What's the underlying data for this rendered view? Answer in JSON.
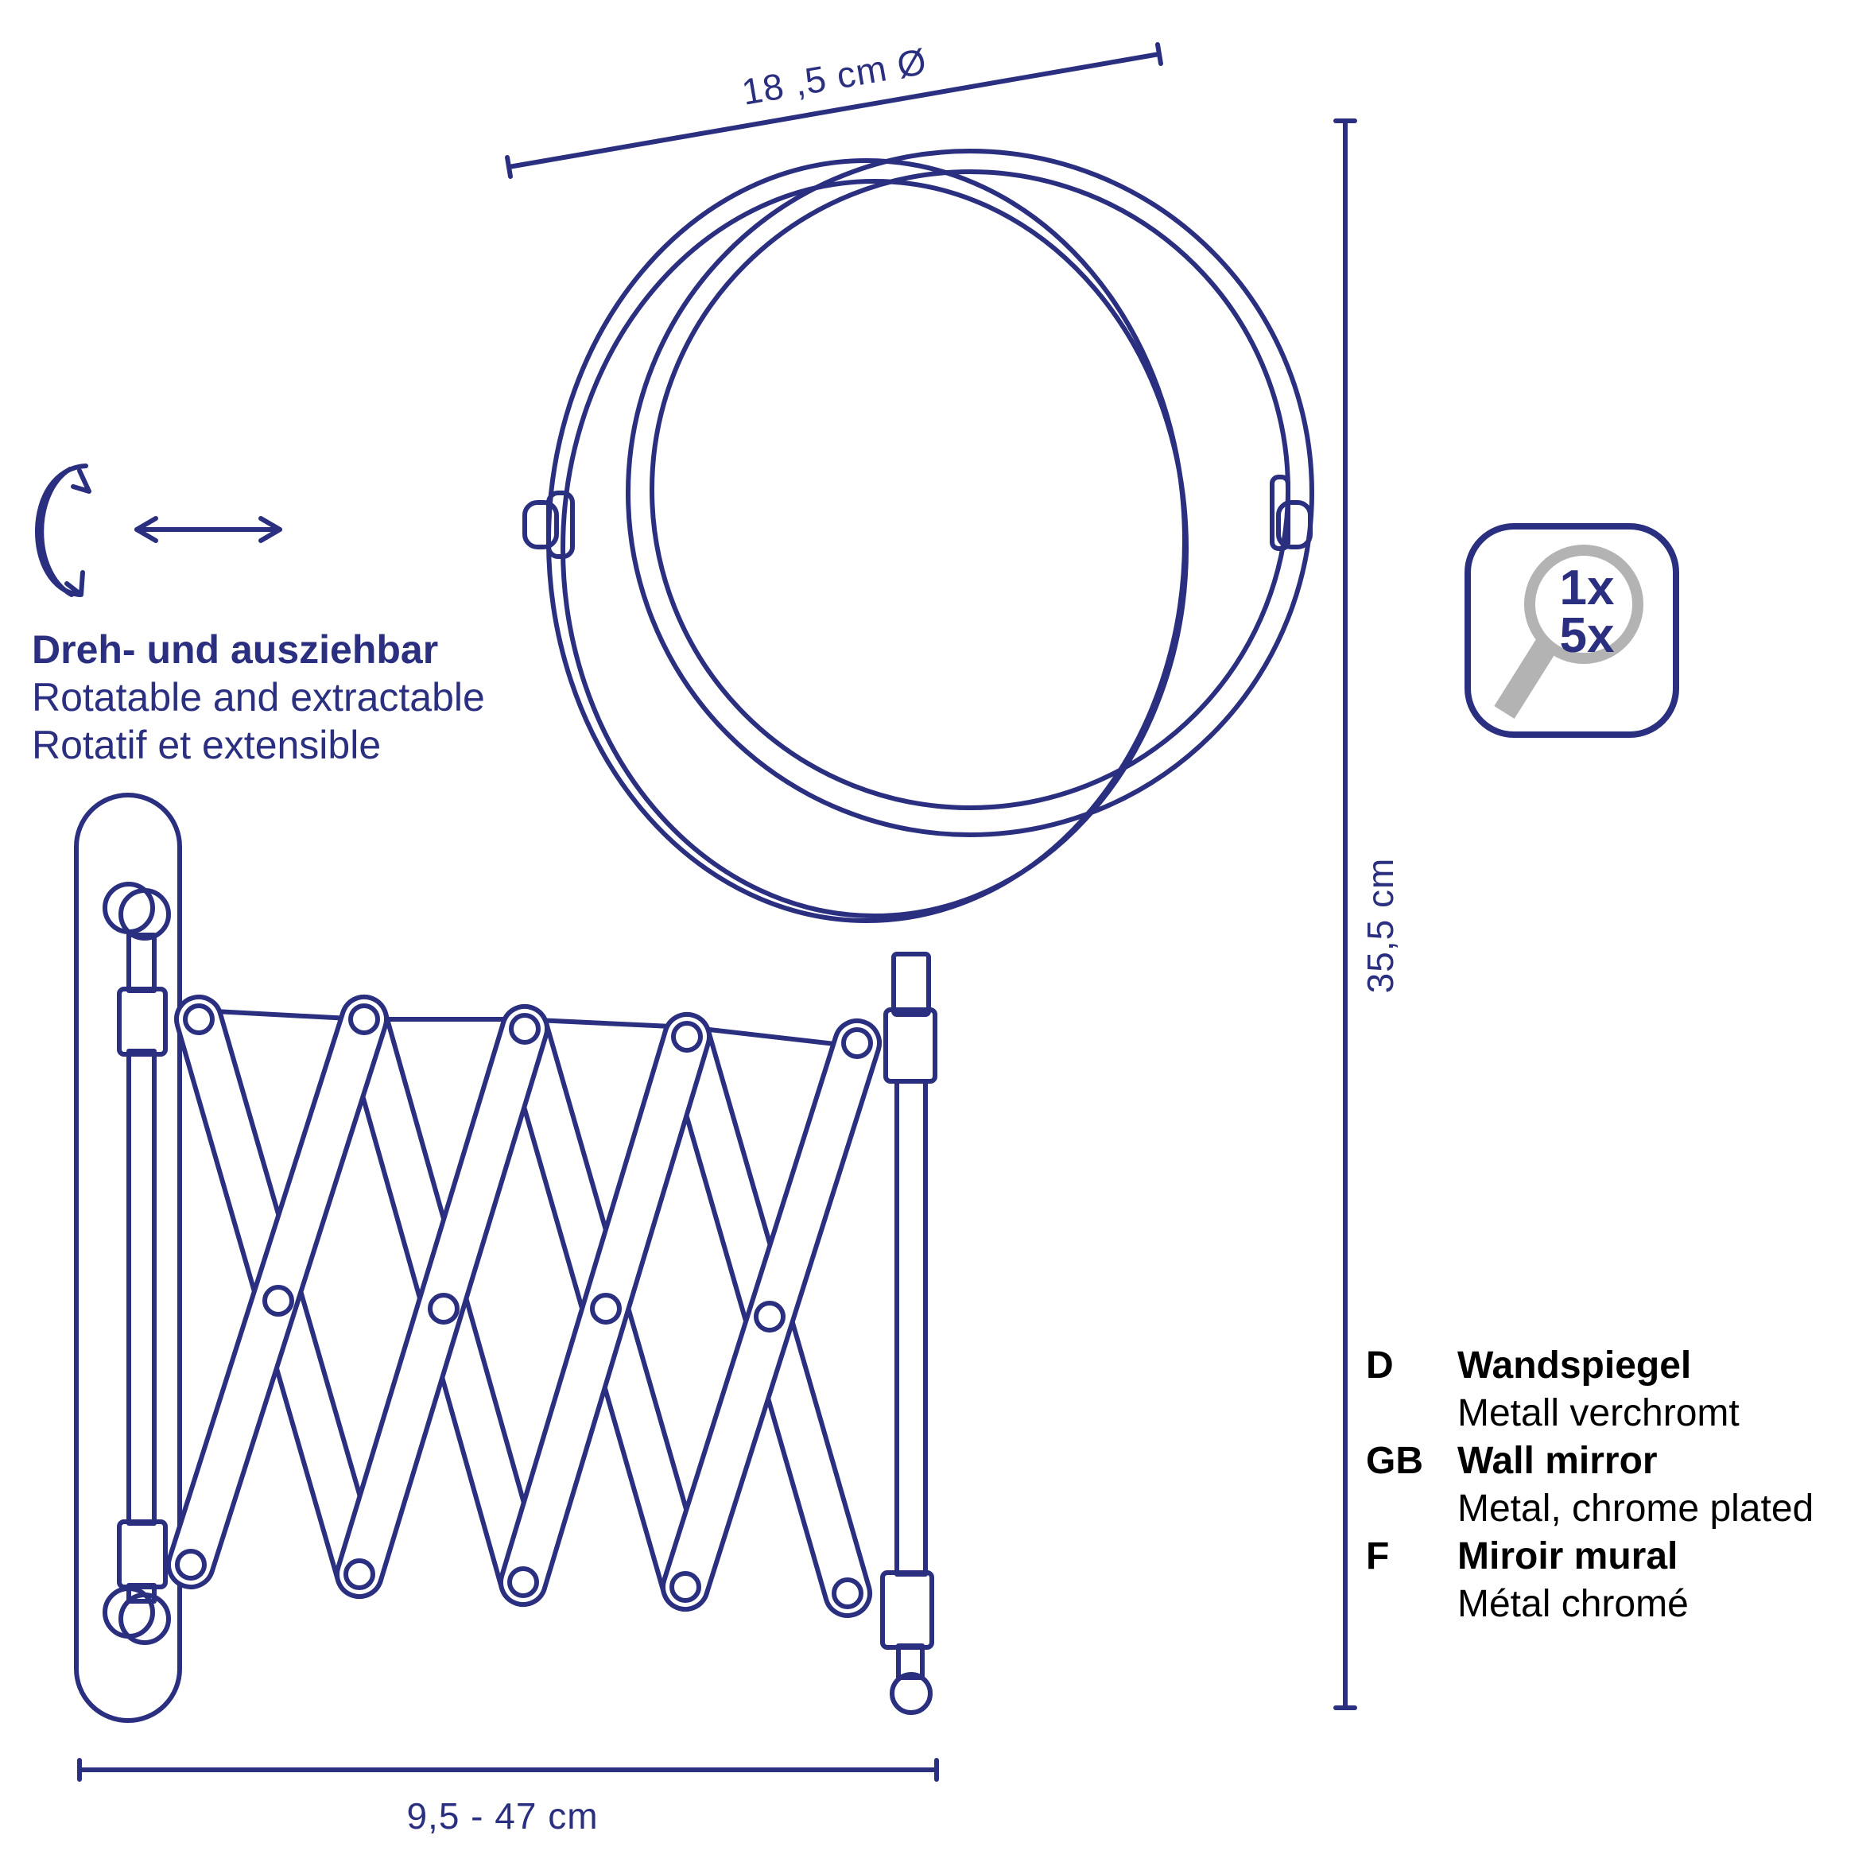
{
  "dimensions": {
    "diameter": "18 ,5 cm Ø",
    "height": "35,5 cm",
    "extension": "9,5 - 47 cm"
  },
  "features": {
    "title_de": "Dreh- und ausziehbar",
    "line_en": "Rotatable and extractable",
    "line_fr": "Rotatif et extensible"
  },
  "magnification": {
    "level_1": "1x",
    "level_2": "5x"
  },
  "legend": [
    {
      "code": "D",
      "title": "Wandspiegel",
      "subtitle": "Metall verchromt"
    },
    {
      "code": "GB",
      "title": "Wall mirror",
      "subtitle": "Metal, chrome plated"
    },
    {
      "code": "F",
      "title": "Miroir mural",
      "subtitle": "Métal chromé"
    }
  ],
  "colors": {
    "stroke": "#2b2f80",
    "magnifier_grey": "#b3b3b3",
    "text_black": "#000000"
  },
  "icons": [
    "rotate-icon",
    "double-arrow-icon",
    "magnifier-icon"
  ]
}
